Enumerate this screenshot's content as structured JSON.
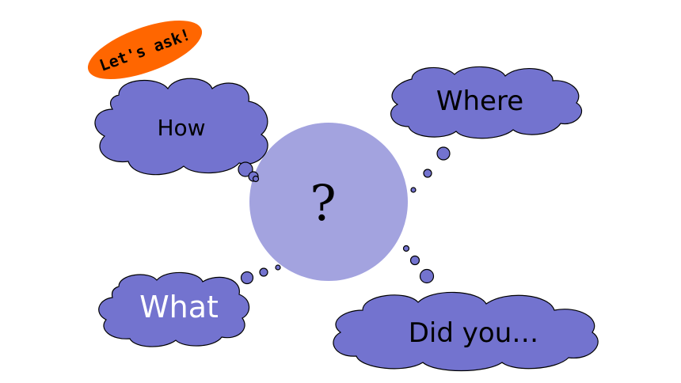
{
  "badge": {
    "label": "Let's ask!",
    "fill": "#FF6600"
  },
  "center": {
    "symbol": "?",
    "fill": "#A3A3DF"
  },
  "clouds": {
    "how": {
      "label": "How"
    },
    "where": {
      "label": "Where"
    },
    "what": {
      "label": "What"
    },
    "did_you": {
      "label": "Did you…"
    }
  },
  "colors": {
    "cloud_fill": "#7373CF",
    "outline": "#000000",
    "what_text": "#FFFFFF"
  }
}
